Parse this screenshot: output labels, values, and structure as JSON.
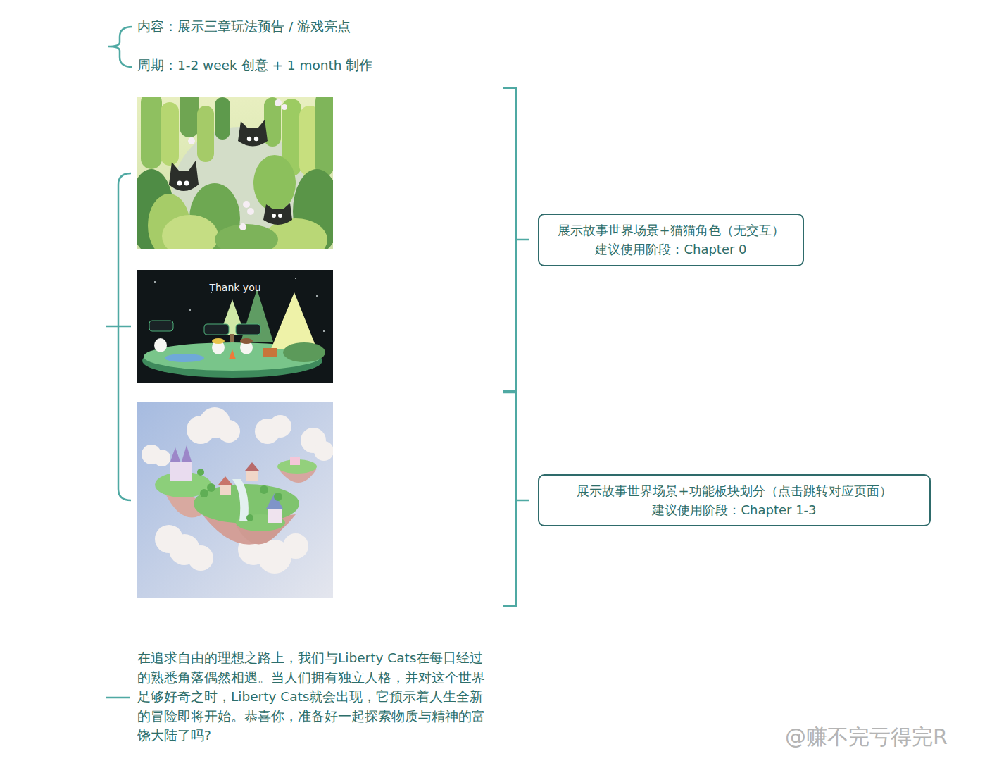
{
  "diagram": {
    "nodes": [
      {
        "text": [
          "展示故事世界场景+猫猫角色（无交互）",
          "建议使用阶段：Chapter 0"
        ]
      },
      {
        "text": [
          "展示故事世界场景+功能板块划分（点击跳转对应页面）",
          "建议使用阶段：Chapter 1-3"
        ]
      }
    ],
    "labels": [
      "内容：展示三章玩法预告 / 游戏亮点",
      "周期：1-2 week 创意 + 1 month 制作",
      "在追求自由的理想之路上，我们与Liberty Cats在每日经过的熟悉角落偶然相遇。当人们拥有独立人格，并对这个世界足够好奇之时，Liberty Cats就会出现，它预示着人生全新的冒险即将开始。恭喜你，准备好一起探索物质与精神的富饶大陆了吗?",
      "Thank you",
      "@赚不完亏得完R"
    ]
  }
}
